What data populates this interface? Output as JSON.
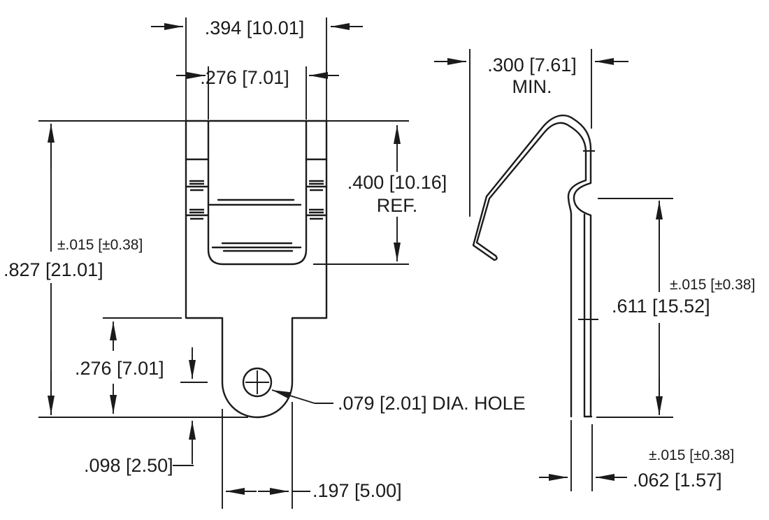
{
  "drawing": {
    "front_view": {
      "width_outer": ".394 [10.01]",
      "width_inner": ".276 [7.01]",
      "height_ref": ".400 [10.16]",
      "height_ref_suffix": "REF.",
      "overall_height_tolerance": "±.015 [±0.38]",
      "overall_height": ".827 [21.01]",
      "lower_section_height": ".276 [7.01]",
      "hole_center_offset": ".098 [2.50]",
      "tab_width": ".197 [5.00]",
      "hole_callout": ".079 [2.01] DIA. HOLE"
    },
    "side_view": {
      "depth_min": ".300 [7.61]",
      "depth_min_suffix": "MIN.",
      "height_tolerance": "±.015 [±0.38]",
      "height": ".611 [15.52]",
      "thickness_tolerance": "±.015 [±0.38]",
      "thickness": ".062 [1.57]"
    },
    "colors": {
      "line": "#1b1b1b",
      "background": "#ffffff"
    }
  }
}
